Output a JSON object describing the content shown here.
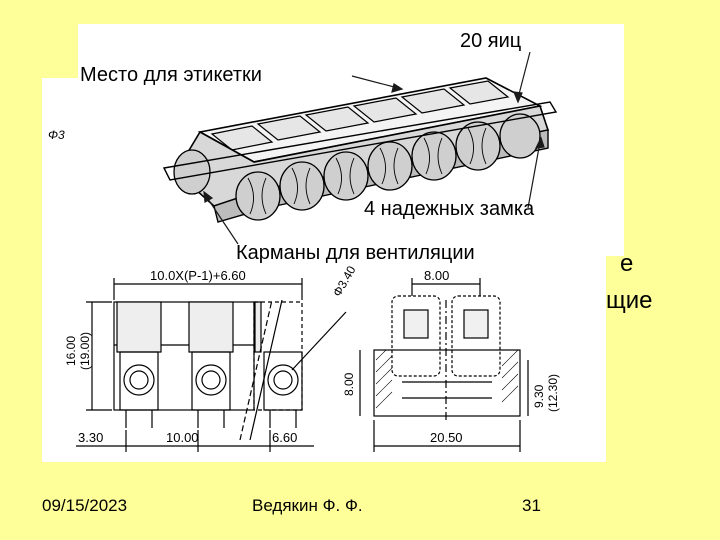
{
  "slide": {
    "background_color": "#ffff99",
    "footer": {
      "date": "09/15/2023",
      "author": "Ведякин Ф. Ф.",
      "page_number": "31"
    }
  },
  "behind_text": {
    "line1_fragment": "е",
    "line2_fragment": "щие"
  },
  "egg_tray": {
    "callouts": {
      "count": "20 яиц",
      "label_place": "Место для этикетки",
      "locks": "4 надежных замка",
      "ventilation": "Карманы для вентиляции"
    }
  },
  "terminal_drawing": {
    "corner_mark": "Φ3",
    "dimensions": {
      "pitch_formula": "10.0X(P-1)+6.60",
      "hole_diameter": "Φ3.40",
      "height": "16.00",
      "height_alt": "(19.00)",
      "left_offset": "3.30",
      "pitch": "10.00",
      "right_offset": "6.60",
      "side_top_width": "8.00",
      "side_height": "8.00",
      "side_total_height": "9.30",
      "side_total_height_alt": "(12.30)",
      "side_width": "20.50"
    }
  },
  "colors": {
    "line": "#000000",
    "callout": "#1a1a1a"
  }
}
